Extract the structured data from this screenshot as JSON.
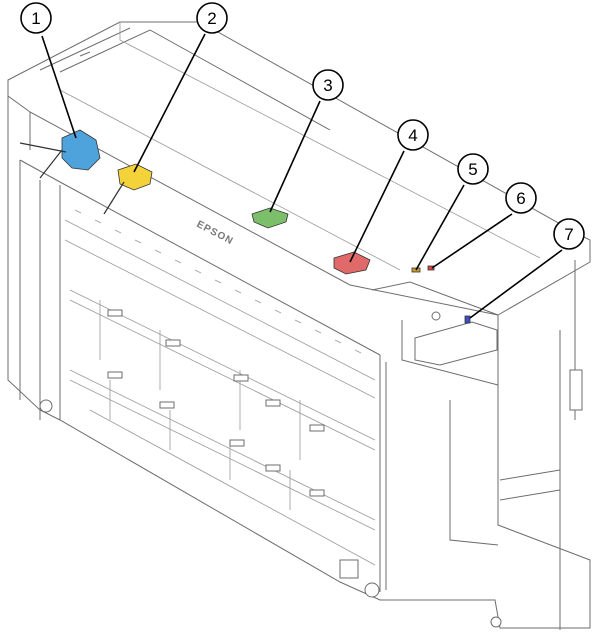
{
  "brand_text": "EPSON",
  "callouts": [
    {
      "label": "1",
      "color": "#4fa3dc"
    },
    {
      "label": "2",
      "color": "#f3d23a"
    },
    {
      "label": "3",
      "color": "#7cbf6a"
    },
    {
      "label": "4",
      "color": "#e06a6a"
    },
    {
      "label": "5",
      "color": "#c9a12a"
    },
    {
      "label": "6",
      "color": "#e04040"
    },
    {
      "label": "7",
      "color": "#3a4fc0"
    }
  ]
}
